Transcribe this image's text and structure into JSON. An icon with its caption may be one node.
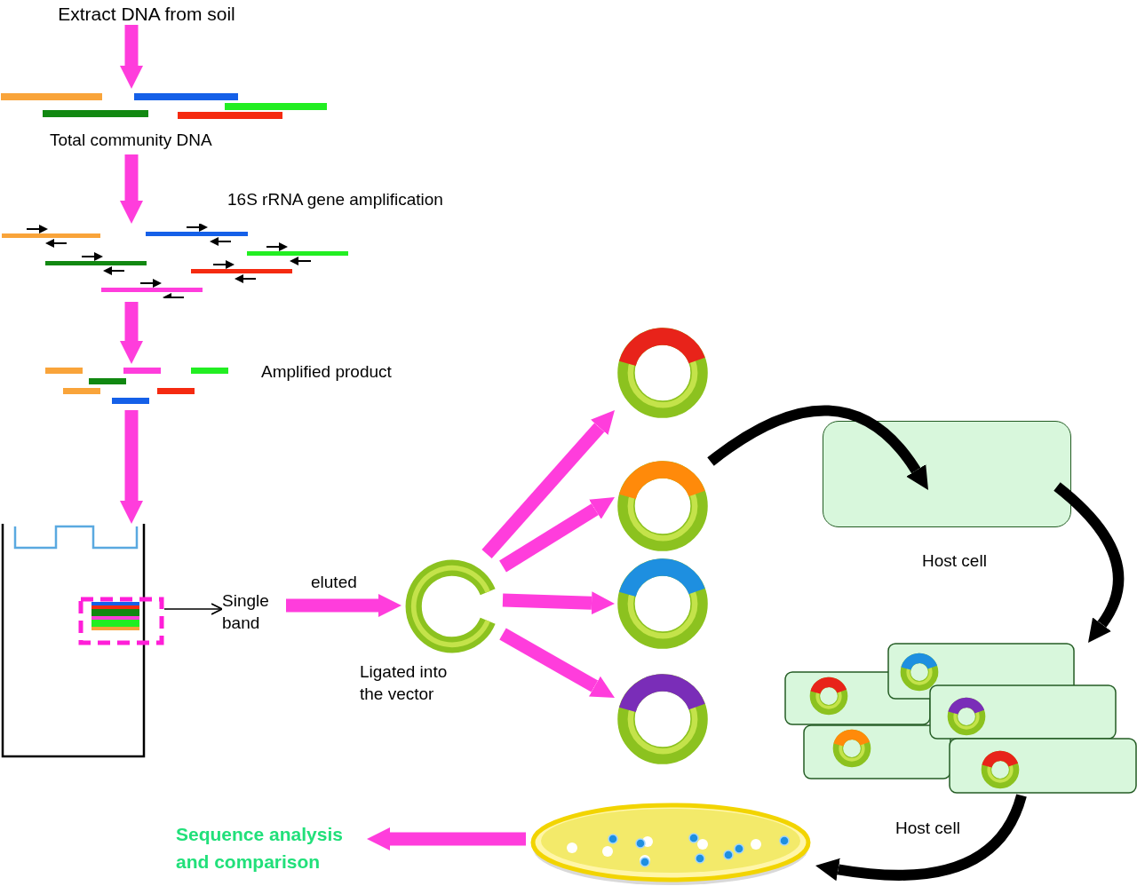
{
  "diagram": {
    "nodes": [
      {
        "text": [
          "Extract DNA from soil"
        ]
      },
      {
        "text": [
          "Total community DNA"
        ]
      },
      {
        "text": [],
        "shape": "picture",
        "beside": [
          "16S rRNA gene amplification"
        ]
      },
      {
        "text": [],
        "shape": "picture",
        "beside": [
          "Amplified product"
        ]
      },
      {
        "text": [],
        "shape": "picture"
      },
      {
        "text": [],
        "shape": "box"
      },
      {
        "text": [
          "Single band"
        ]
      },
      {
        "text": [],
        "shape": "circle",
        "beside": [
          "Ligated into the vector"
        ]
      },
      {
        "text": [],
        "shape": "circle"
      },
      {
        "text": [],
        "shape": "circle"
      },
      {
        "text": [],
        "shape": "circle"
      },
      {
        "text": [],
        "shape": "circle"
      },
      {
        "text": [],
        "shape": "box",
        "beside": [
          "Host cell"
        ]
      },
      {
        "text": [],
        "shape": "picture"
      },
      {
        "text": [],
        "shape": "picture"
      },
      {
        "text": [
          "Sequence analysis and comparison"
        ]
      }
    ],
    "edges": [
      {
        "from": 0,
        "to": 1,
        "arrow": "to"
      },
      {
        "from": 1,
        "to": 2,
        "arrow": "to"
      },
      {
        "from": 2,
        "to": 3,
        "arrow": "to"
      },
      {
        "from": 3,
        "to": 4,
        "arrow": "to"
      },
      {
        "from": 5,
        "to": 6,
        "arrow": "to",
        "color": "#000000"
      },
      {
        "from": 6,
        "to": 7,
        "arrow": "to",
        "label": "eluted"
      },
      {
        "from": 7,
        "to": 8,
        "arrow": "to"
      },
      {
        "from": 7,
        "to": 9,
        "arrow": "to"
      },
      {
        "from": 7,
        "to": 10,
        "arrow": "to"
      },
      {
        "from": 7,
        "to": 11,
        "arrow": "to"
      },
      {
        "from": 9,
        "to": 12,
        "arrow": "to",
        "color": "#000000"
      },
      {
        "from": 12,
        "to": 13,
        "arrow": "to",
        "color": "#000000"
      },
      {
        "from": 13,
        "to": 14,
        "arrow": "to",
        "color": "#000000",
        "label": "Host cell"
      },
      {
        "from": 14,
        "to": 15,
        "arrow": "to"
      }
    ]
  }
}
